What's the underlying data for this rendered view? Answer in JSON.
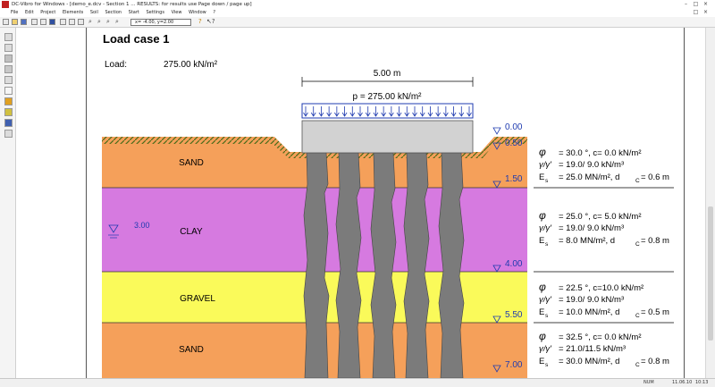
{
  "window": {
    "title": "DC-Vibro for Windows - [demo_e.dcv - Section 1 ... RESULTS: for results use Page down / page up]"
  },
  "menu": {
    "items": [
      "File",
      "Edit",
      "Project",
      "Elements",
      "Soil",
      "Section",
      "Start",
      "Settings",
      "View",
      "Window",
      "?"
    ]
  },
  "toolbar": {
    "coordinate_readout": "x= -4.00, y=2.00"
  },
  "status": {
    "num": "NUM",
    "date": "11.06.10",
    "time": "10:13"
  },
  "report": {
    "heading": "Load case 1",
    "load_label": "Load:",
    "load_value": "275.00 kN/m²",
    "footing_width": "5.00 m",
    "surcharge_label": "p = 275.00 kN/m²",
    "groundwater_label": "3.00",
    "depths": [
      "0.00",
      "0.50",
      "1.50",
      "4.00",
      "5.50",
      "7.00"
    ],
    "layers": [
      {
        "name": "SAND",
        "color": "#f5a05a",
        "phi": "φ",
        "line1": "= 30.0 °, c= 0.0 kN/m²",
        "gamma": "γ/γ'",
        "line2": "= 19.0/ 9.0 kN/m³",
        "es": "E",
        "es_sub": "s",
        "line3": "= 25.0 MN/m², d",
        "dc_sub": "C",
        "dc_val": "= 0.6 m"
      },
      {
        "name": "CLAY",
        "color": "#d67ae0",
        "phi": "φ",
        "line1": "= 25.0 °, c= 5.0 kN/m²",
        "gamma": "γ/γ'",
        "line2": "= 19.0/ 9.0 kN/m³",
        "es": "E",
        "es_sub": "s",
        "line3": "= 8.0 MN/m², d",
        "dc_sub": "C",
        "dc_val": "= 0.8 m"
      },
      {
        "name": "GRAVEL",
        "color": "#fafa5a",
        "phi": "φ",
        "line1": "= 22.5 °, c=10.0 kN/m²",
        "gamma": "γ/γ'",
        "line2": "= 19.0/ 9.0 kN/m³",
        "es": "E",
        "es_sub": "s",
        "line3": "= 10.0 MN/m², d",
        "dc_sub": "C",
        "dc_val": "= 0.5 m"
      },
      {
        "name": "SAND",
        "color": "#f5a05a",
        "phi": "φ",
        "line1": "= 32.5 °, c= 0.0 kN/m²",
        "gamma": "γ/γ'",
        "line2": "= 21.0/11.5 kN/m³",
        "es": "E",
        "es_sub": "s",
        "line3": "= 30.0 MN/m², d",
        "dc_sub": "C",
        "dc_val": "= 0.8 m"
      }
    ]
  }
}
